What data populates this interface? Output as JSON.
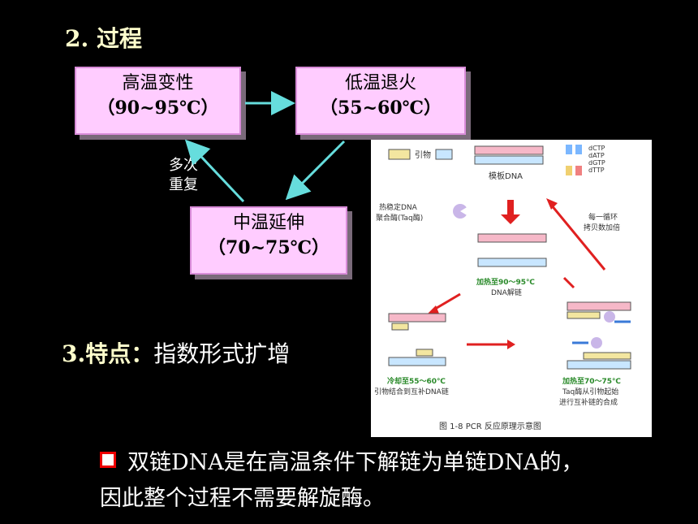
{
  "section2": {
    "title": "2. 过程"
  },
  "steps": [
    {
      "name": "高温变性",
      "cond": "（90~95℃）"
    },
    {
      "name": "低温退火",
      "cond": "（55~60℃）"
    },
    {
      "name": "中温延伸",
      "cond": "（70~75℃）"
    }
  ],
  "repeat_label_line1": "多次",
  "repeat_label_line2": "重复",
  "section3": {
    "label": "3.特点：",
    "text": "指数形式扩增"
  },
  "figure": {
    "primer": "引物",
    "template": "模板DNA",
    "dntp": [
      "dCTP",
      "dATP",
      "dGTP",
      "dTTP"
    ],
    "enzyme_line1": "热稳定DNA",
    "enzyme_line2": "聚合酶(Taq酶)",
    "cycle_line1": "每一循环",
    "cycle_line2": "拷贝数加倍",
    "denature_line1": "加热至90～95℃",
    "denature_line2": "DNA解链",
    "anneal_line1": "冷却至55～60℃",
    "anneal_line2": "引物结合到互补DNA链",
    "extend_line1": "加热至70～75℃",
    "extend_line2": "Taq酶从引物起始",
    "extend_line3": "进行互补链的合成",
    "caption": "图 1-8   PCR 反应原理示意图"
  },
  "bullet": {
    "line1": "双链DNA是在高温条件下解链为单链DNA的，",
    "line2": "因此整个过程不需要解旋酶。"
  },
  "colors": {
    "box_fill": "#ffccff",
    "arrow": "#66dddd",
    "heading": "#ffffcc",
    "bullet_square": "#ee0000"
  }
}
